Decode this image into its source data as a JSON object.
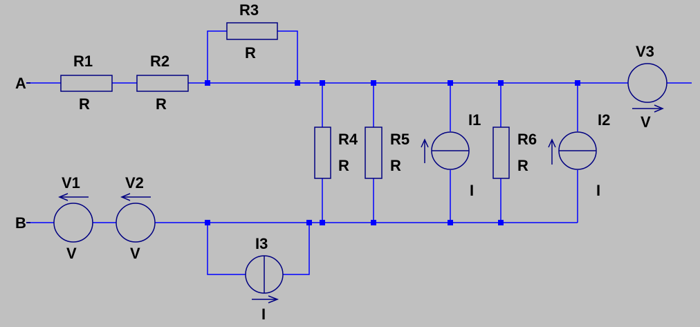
{
  "nodes": {
    "a": "A",
    "b": "B"
  },
  "components": {
    "r1": {
      "name": "R1",
      "value": "R"
    },
    "r2": {
      "name": "R2",
      "value": "R"
    },
    "r3": {
      "name": "R3",
      "value": "R"
    },
    "r4": {
      "name": "R4",
      "value": "R"
    },
    "r5": {
      "name": "R5",
      "value": "R"
    },
    "r6": {
      "name": "R6",
      "value": "R"
    },
    "i1": {
      "name": "I1",
      "value": "I"
    },
    "i2": {
      "name": "I2",
      "value": "I"
    },
    "i3": {
      "name": "I3",
      "value": "I"
    },
    "v1": {
      "name": "V1",
      "value": "V"
    },
    "v2": {
      "name": "V2",
      "value": "V"
    },
    "v3": {
      "name": "V3",
      "value": "V"
    }
  },
  "colors": {
    "background": "#c0c0c0",
    "wire": "#0000ff",
    "component": "#000080",
    "text": "#000000"
  }
}
